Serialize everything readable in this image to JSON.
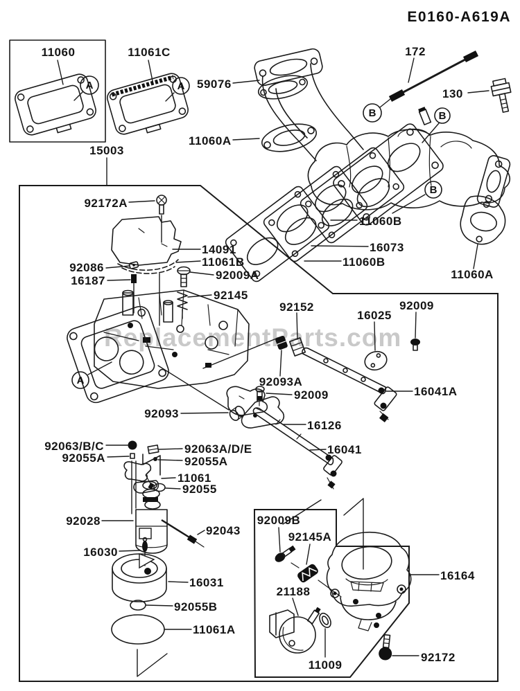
{
  "header": {
    "code": "E0160-A619A"
  },
  "watermark": {
    "text": "ReplacementParts.com"
  },
  "callouts": {
    "a": "A",
    "b": "B"
  },
  "colors": {
    "ink": "#1a1a1a",
    "watermark": "#c9c9c9",
    "background": "#ffffff"
  },
  "parts": {
    "p11060": "11060",
    "p11061c": "11061C",
    "p59076": "59076",
    "p172": "172",
    "p130": "130",
    "p11060a_left": "11060A",
    "p11060a_right": "11060A",
    "p15003": "15003",
    "p92172a": "92172A",
    "p14091": "14091",
    "p11061b": "11061B",
    "p92086": "92086",
    "p16187": "16187",
    "p92009a": "92009A",
    "p92145": "92145",
    "p92152": "92152",
    "p16025": "16025",
    "p92009_top": "92009",
    "p11060b_top": "11060B",
    "p16073": "16073",
    "p11060b_bottom": "11060B",
    "p92093a": "92093A",
    "p92009_mid": "92009",
    "p92093": "92093",
    "p16126": "16126",
    "p16041a": "16041A",
    "p16041": "16041",
    "p92063bc": "92063/B/C",
    "p92063ade": "92063A/D/E",
    "p92055a_left": "92055A",
    "p92055a_right": "92055A",
    "p11061": "11061",
    "p92055": "92055",
    "p92028": "92028",
    "p92043": "92043",
    "p16030": "16030",
    "p16031": "16031",
    "p92055b": "92055B",
    "p11061a": "11061A",
    "p92009b": "92009B",
    "p92145a": "92145A",
    "p21188": "21188",
    "p16164": "16164",
    "p11009": "11009",
    "p92172": "92172"
  }
}
